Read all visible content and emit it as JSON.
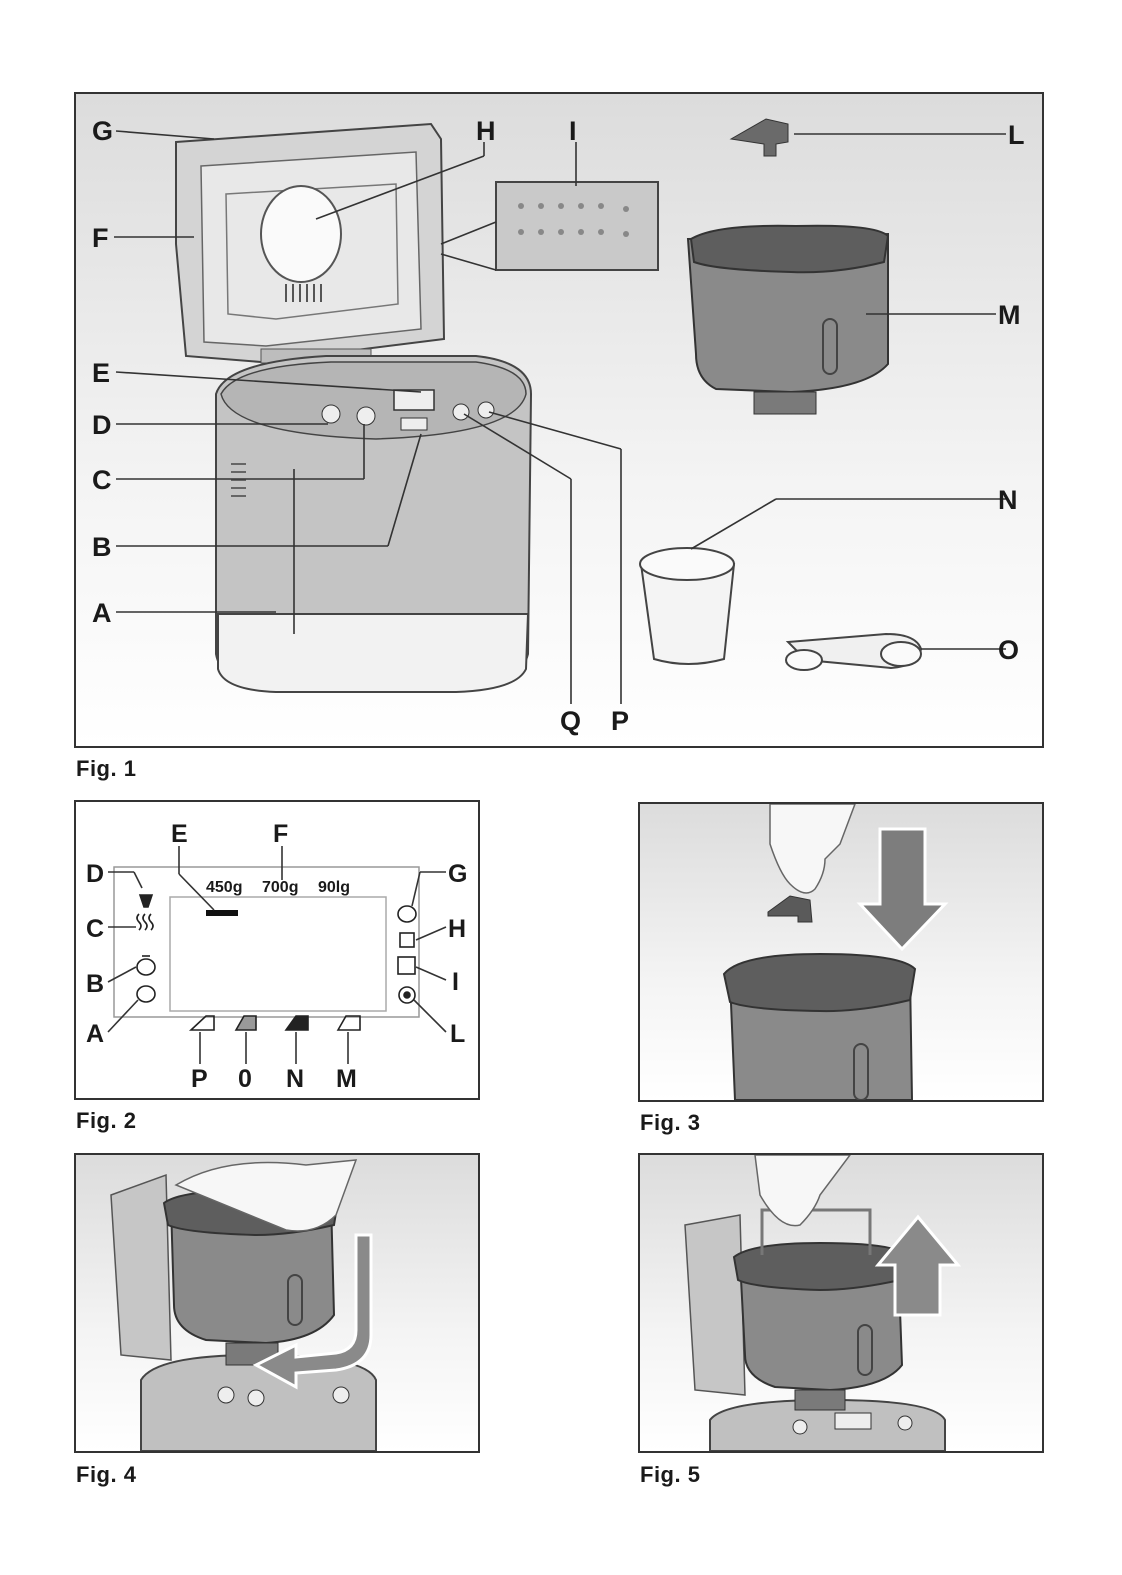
{
  "fig1": {
    "caption": "Fig. 1",
    "labels": {
      "G": "G",
      "H": "H",
      "I": "I",
      "L": "L",
      "F": "F",
      "M": "M",
      "E": "E",
      "D": "D",
      "C": "C",
      "N": "N",
      "B": "B",
      "A": "A",
      "O": "O",
      "Q": "Q",
      "P": "P"
    }
  },
  "fig2": {
    "caption": "Fig. 2",
    "labels": {
      "E": "E",
      "F": "F",
      "D": "D",
      "G": "G",
      "C": "C",
      "H": "H",
      "B": "B",
      "I": "I",
      "A": "A",
      "L": "L",
      "P": "P",
      "O": "0",
      "N": "N",
      "M": "M"
    },
    "weights": [
      "450g",
      "700g",
      "90lg"
    ]
  },
  "fig3": {
    "caption": "Fig. 3"
  },
  "fig4": {
    "caption": "Fig. 4"
  },
  "fig5": {
    "caption": "Fig. 5"
  }
}
